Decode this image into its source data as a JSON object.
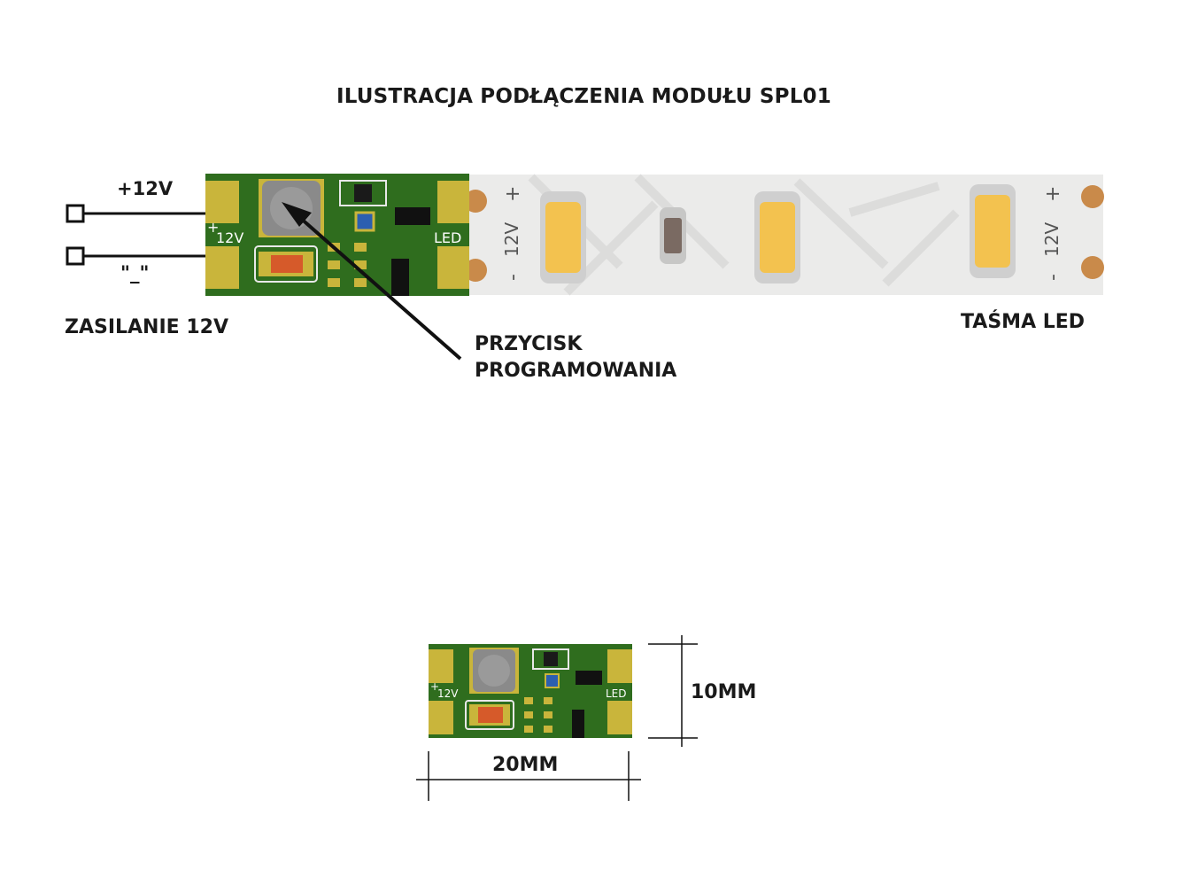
{
  "title": "ILUSTRACJA PODŁĄCZENIA MODUŁU SPL01",
  "wires": {
    "positive_label": "+12V",
    "negative_label": "\"_\""
  },
  "power_label": "ZASILANIE 12V",
  "button_label": {
    "line1": "PRZYCISK",
    "line2": "PROGRAMOWANIA"
  },
  "strip_label": "TAŚMA LED",
  "pcb": {
    "input_silk": "12V",
    "output_silk": "LED",
    "plus_silk": "+"
  },
  "strip": {
    "voltage_silk": "12V",
    "plus_silk": "+",
    "minus_silk": "-"
  },
  "dimensions": {
    "height": "10MM",
    "width": "20MM"
  },
  "colors": {
    "pcb_green": "#2f6d1e",
    "pad_gold": "#c9b53b",
    "led_amber": "#f3c24f",
    "strip_white": "#ebebea",
    "copper": "#c98a4a"
  }
}
